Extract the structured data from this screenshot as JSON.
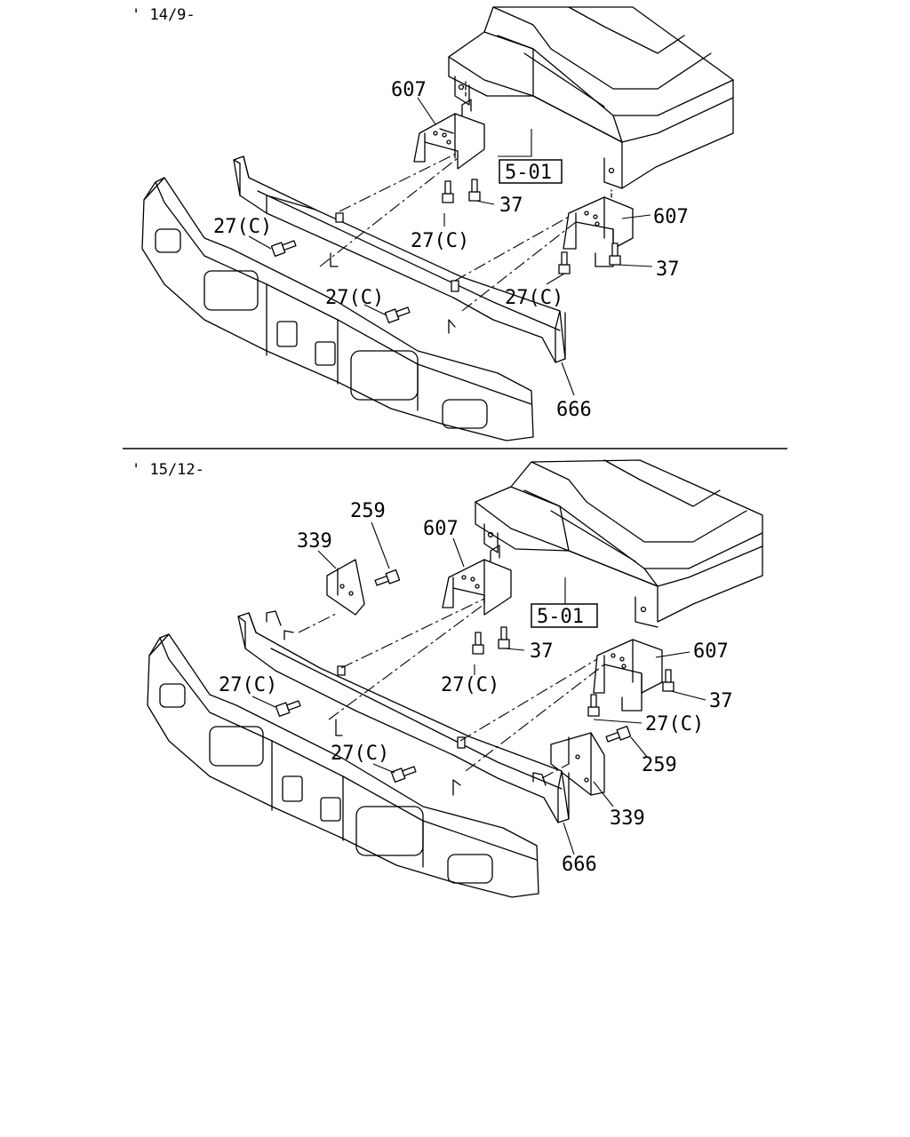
{
  "sections": [
    {
      "label": "' 14/9-",
      "callouts": {
        "p607_left": "607",
        "p501": "5-01",
        "p37_a": "37",
        "p607_right": "607",
        "p27c_a": "27(C)",
        "p27c_b": "27(C)",
        "p37_b": "37",
        "p27c_c": "27(C)",
        "p27c_d": "27(C)",
        "p666": "666"
      }
    },
    {
      "label": "' 15/12-",
      "callouts": {
        "p259_a": "259",
        "p339_a": "339",
        "p607_left": "607",
        "p501": "5-01",
        "p37_a": "37",
        "p607_right": "607",
        "p27c_a": "27(C)",
        "p27c_b": "27(C)",
        "p37_b": "37",
        "p27c_c": "27(C)",
        "p27c_d": "27(C)",
        "p259_b": "259",
        "p339_b": "339",
        "p666": "666"
      }
    }
  ]
}
